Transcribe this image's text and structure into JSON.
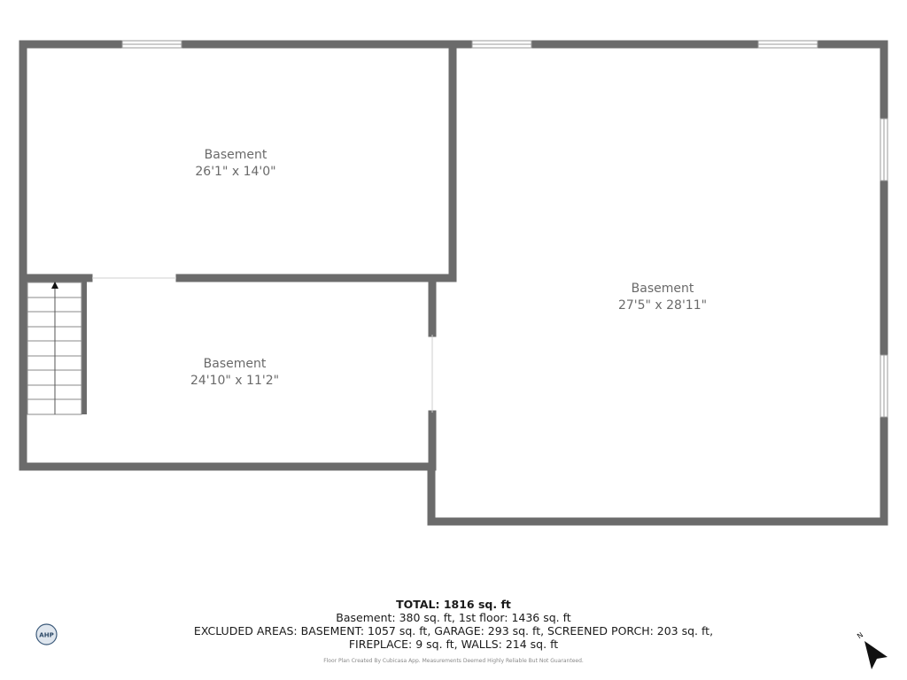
{
  "rooms": [
    {
      "name": "Basement",
      "dims": "26'1\" x 14'0\""
    },
    {
      "name": "Basement",
      "dims": "27'5\" x 28'11\""
    },
    {
      "name": "Basement",
      "dims": "24'10\" x 11'2\""
    }
  ],
  "summary": {
    "total": "TOTAL: 1816 sq. ft",
    "line1": "Basement: 380 sq. ft, 1st floor: 1436 sq. ft",
    "line2": "EXCLUDED AREAS: BASEMENT: 1057 sq. ft, GARAGE: 293 sq. ft, SCREENED PORCH: 203 sq. ft,",
    "line3": "FIREPLACE: 9 sq. ft, WALLS: 214 sq. ft"
  },
  "credit": "Floor Plan Created By Cubicasa App. Measurements Deemed Highly Reliable But Not Guaranteed.",
  "logo_text": "AHP",
  "compass_label": "N",
  "colors": {
    "wall": "#6b6b6b",
    "window": "#9a9a9a",
    "text": "#6a6a6a"
  }
}
